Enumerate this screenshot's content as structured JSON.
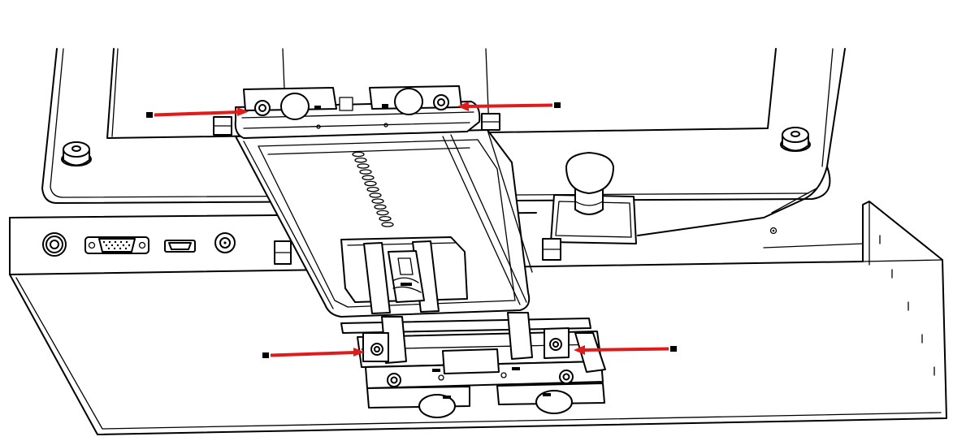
{
  "figure": {
    "type": "technical-line-drawing",
    "subject": "monitor-mount-bracket-assembly",
    "colors": {
      "background": "#ffffff",
      "line": "#000000",
      "arrow": "#e01b1b"
    }
  },
  "callouts": {
    "arrows": [
      {
        "id": "arrow-top-left",
        "direction": "right"
      },
      {
        "id": "arrow-top-right",
        "direction": "left"
      },
      {
        "id": "arrow-bottom-left",
        "direction": "right"
      },
      {
        "id": "arrow-bottom-right",
        "direction": "left"
      }
    ]
  },
  "ports": [
    "bnc-connector",
    "vga-port",
    "hdmi-port",
    "rca-connector"
  ]
}
